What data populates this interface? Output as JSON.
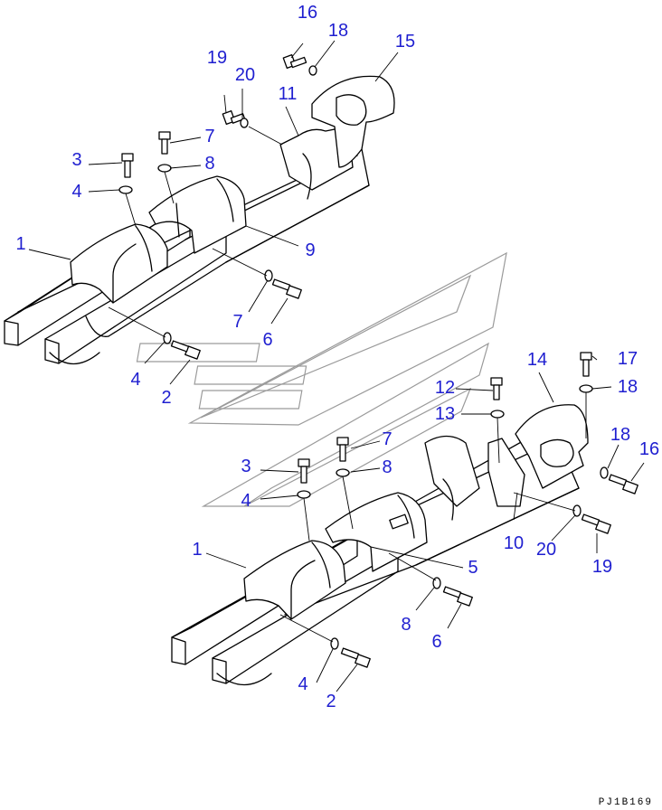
{
  "callouts_upper": [
    "16",
    "18",
    "15",
    "19",
    "20",
    "11",
    "7",
    "3",
    "8",
    "4",
    "9",
    "1",
    "7",
    "6",
    "4",
    "2"
  ],
  "callouts_lower": [
    "14",
    "17",
    "12",
    "18",
    "13",
    "18",
    "16",
    "7",
    "3",
    "8",
    "4",
    "10",
    "20",
    "19",
    "1",
    "5",
    "8",
    "6",
    "4",
    "2"
  ],
  "diagram_code": "PJ1B169",
  "colors": {
    "callout": "#1f1fd0",
    "line": "#000000",
    "watermark": "#9a9a9a"
  }
}
